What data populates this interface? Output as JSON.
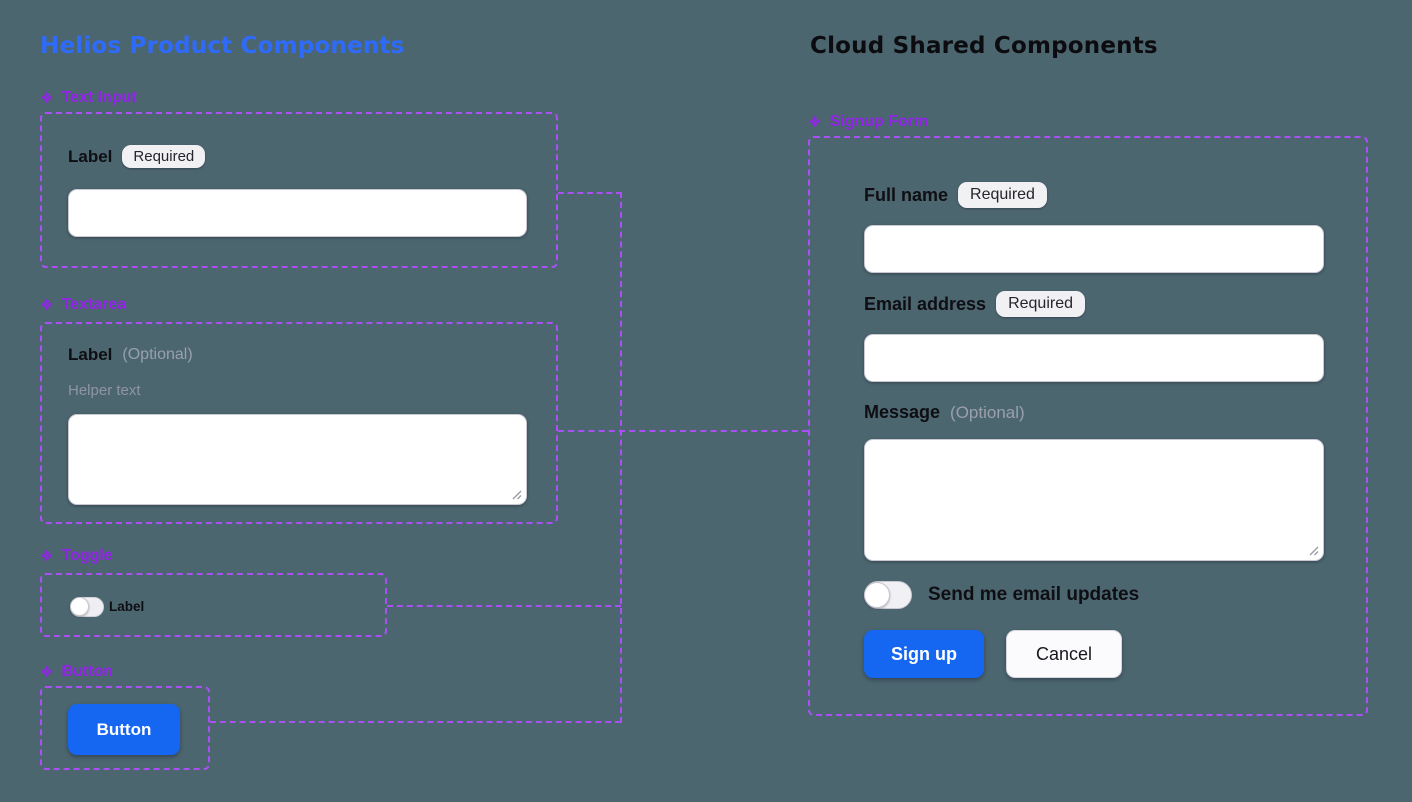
{
  "marker": "❖",
  "colors": {
    "background": "#4C6670",
    "accent_blue": "#1567F2",
    "left_title_blue": "#2F6BFB",
    "right_title_dark": "#0C0C10",
    "component_label_purple": "#9224E8",
    "dashed_outline_purple": "#A94FF5"
  },
  "left": {
    "title": "Helios Product Components",
    "text_input": {
      "name": "Text Input",
      "label": "Label",
      "badge": "Required",
      "value": "",
      "placeholder": ""
    },
    "textarea": {
      "name": "Textarea",
      "label": "Label",
      "optional": "(Optional)",
      "helper": "Helper text",
      "value": "",
      "placeholder": ""
    },
    "toggle": {
      "name": "Toggle",
      "label": "Label",
      "state": "off"
    },
    "button": {
      "name": "Button",
      "label": "Button"
    }
  },
  "right": {
    "title": "Cloud Shared Components",
    "signup_form": {
      "name": "Signup Form",
      "full_name": {
        "label": "Full name",
        "badge": "Required",
        "value": "",
        "placeholder": ""
      },
      "email": {
        "label": "Email address",
        "badge": "Required",
        "value": "",
        "placeholder": ""
      },
      "message": {
        "label": "Message",
        "optional": "(Optional)",
        "value": "",
        "placeholder": ""
      },
      "updates_toggle": {
        "label": "Send me email updates",
        "state": "off"
      },
      "submit_label": "Sign up",
      "cancel_label": "Cancel"
    }
  }
}
